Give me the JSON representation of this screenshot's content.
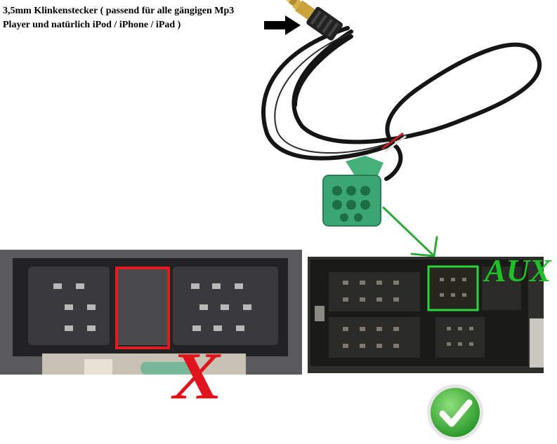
{
  "caption": {
    "line1": "3,5mm Klinkenstecker ( passend für alle gängigen Mp3",
    "line2": "Player und natürlich iPod / iPhone / iPad )"
  },
  "labels": {
    "wrong_mark": "X",
    "aux": "AUX"
  },
  "colors": {
    "red_mark": "#e0141c",
    "aux_green": "#1fbf2a",
    "connector_green": "#3aa672",
    "check_green": "#3cb43c"
  },
  "icons": {
    "pointer": "arrow-right-icon",
    "correct": "check-circle-icon"
  }
}
